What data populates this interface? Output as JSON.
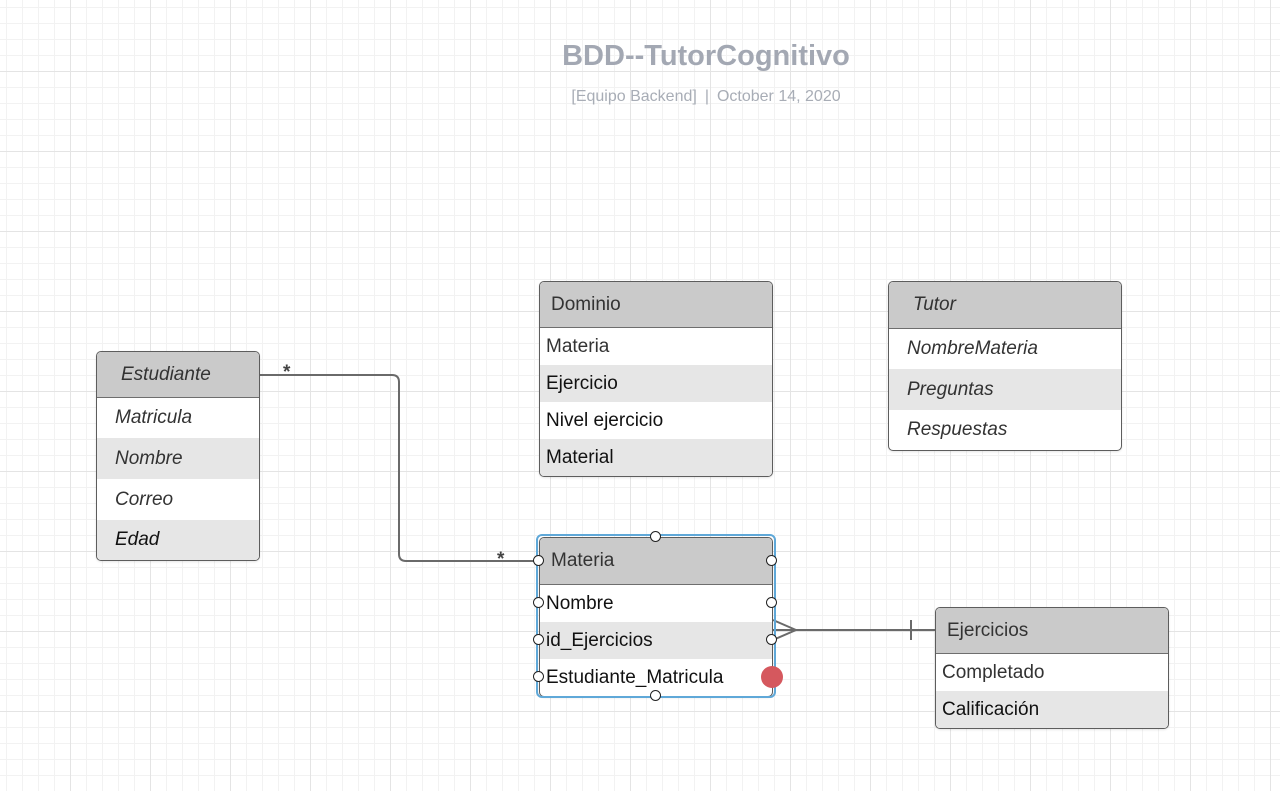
{
  "document": {
    "title": "BDD--TutorCognitivo",
    "team": "[Equipo Backend]",
    "date": "October 14, 2020"
  },
  "entities": {
    "estudiante": {
      "header": "Estudiante",
      "fields": [
        "Matricula",
        "Nombre",
        "Correo",
        "Edad"
      ]
    },
    "dominio": {
      "header": "Dominio",
      "fields": [
        "Materia",
        "Ejercicio",
        "Nivel ejercicio",
        "Material"
      ]
    },
    "tutor": {
      "header": "Tutor",
      "fields": [
        "NombreMateria",
        "Preguntas",
        "Respuestas"
      ]
    },
    "materia": {
      "header": "Materia",
      "fields": [
        "Nombre",
        "id_Ejercicios",
        "Estudiante_Matricula"
      ]
    },
    "ejercicios": {
      "header": "Ejercicios",
      "fields": [
        "Completado",
        "Calificación"
      ]
    }
  },
  "relationships": {
    "estudiante_materia": {
      "from_cardinality": "*",
      "to_cardinality": "*"
    }
  },
  "colors": {
    "selection": "#5fa8d8",
    "header_fill": "#cacaca",
    "alt_row_fill": "#e6e6e6",
    "connector": "#6a6a6a",
    "handle_active": "#d5585e"
  }
}
